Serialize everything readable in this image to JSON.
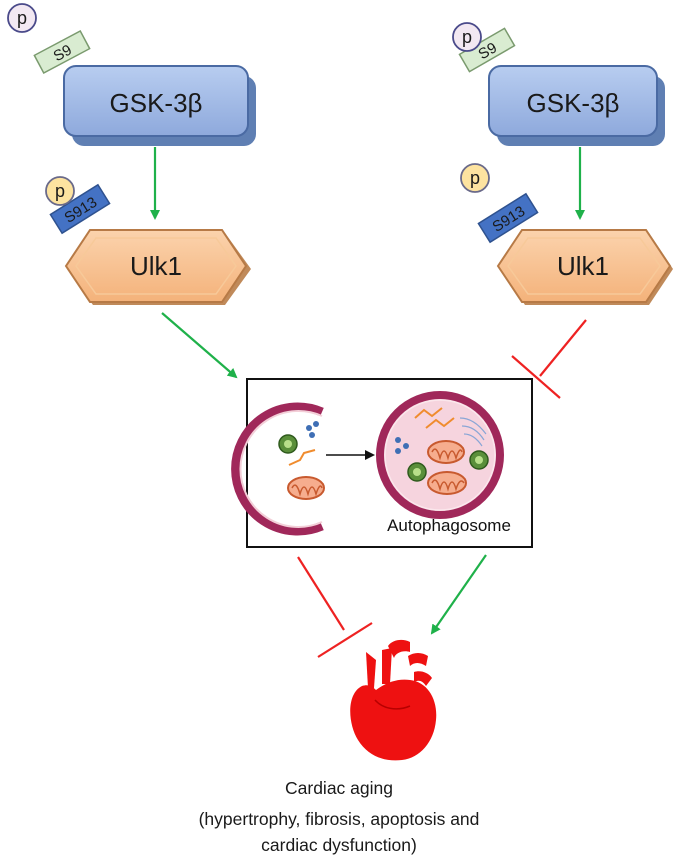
{
  "left_pathway": {
    "gsk_label": "GSK-3β",
    "gsk_phospho_site": "S9",
    "gsk_phospho_mark": "p",
    "ulk_label": "Ulk1",
    "ulk_phospho_site": "S913",
    "ulk_phospho_mark": "p"
  },
  "right_pathway": {
    "gsk_label": "GSK-3β",
    "gsk_phospho_site": "S9",
    "gsk_phospho_mark": "p",
    "ulk_label": "Ulk1",
    "ulk_phospho_site": "S913",
    "ulk_phospho_mark": "p"
  },
  "autophagy_box": {
    "autophagosome_label": "Autophagosome"
  },
  "outcome": {
    "title": "Cardiac aging",
    "detail_line1": "(hypertrophy, fibrosis, apoptosis and",
    "detail_line2": "cardiac dysfunction)"
  },
  "colors": {
    "gsk_fill": "#9db6e4",
    "ulk_fill": "#f8c290",
    "s9_fill": "#d9ecd1",
    "s913_fill": "#4472c4",
    "p_fill_left_top": "#f2e8f2",
    "p_fill_yellow": "#fde3a0",
    "activation_arrow": "#1fb14a",
    "inhibition_bar": "#ee2222",
    "membrane": "#a0285a",
    "heart": "#ee1111"
  },
  "icons": [
    "activation-arrow",
    "inhibition-bar",
    "phagophore",
    "autophagosome",
    "mitochondrion",
    "heart-icon"
  ]
}
